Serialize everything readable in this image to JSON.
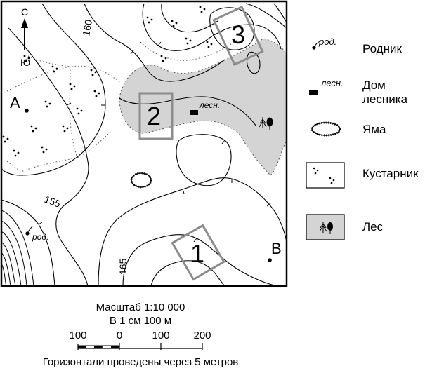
{
  "map": {
    "compass": {
      "north": "С",
      "south": "Ю"
    },
    "points": {
      "a": "А",
      "b": "В"
    },
    "squares": [
      "1",
      "2",
      "3"
    ],
    "elevations": [
      "160",
      "155",
      "165"
    ],
    "spring_label": "род.",
    "forester_label": "лесн."
  },
  "legend": {
    "items": [
      {
        "key": "spring",
        "symbol_label": "род.",
        "label": "Родник"
      },
      {
        "key": "forester",
        "symbol_label": "лесн.",
        "label": "Дом\nлесника"
      },
      {
        "key": "pit",
        "label": "Яма"
      },
      {
        "key": "bush",
        "label": "Кустарник"
      },
      {
        "key": "forest",
        "label": "Лес"
      }
    ]
  },
  "scale": {
    "title": "Масштаб 1:10 000",
    "subtitle": "В 1 см 100 м",
    "ticks": [
      "100",
      "0",
      "100",
      "200"
    ]
  },
  "contour_note": "Горизонтали проведены через 5 метров",
  "colors": {
    "forest": "#d4d4d4",
    "square": "#8c8c8c",
    "line": "#000000"
  }
}
